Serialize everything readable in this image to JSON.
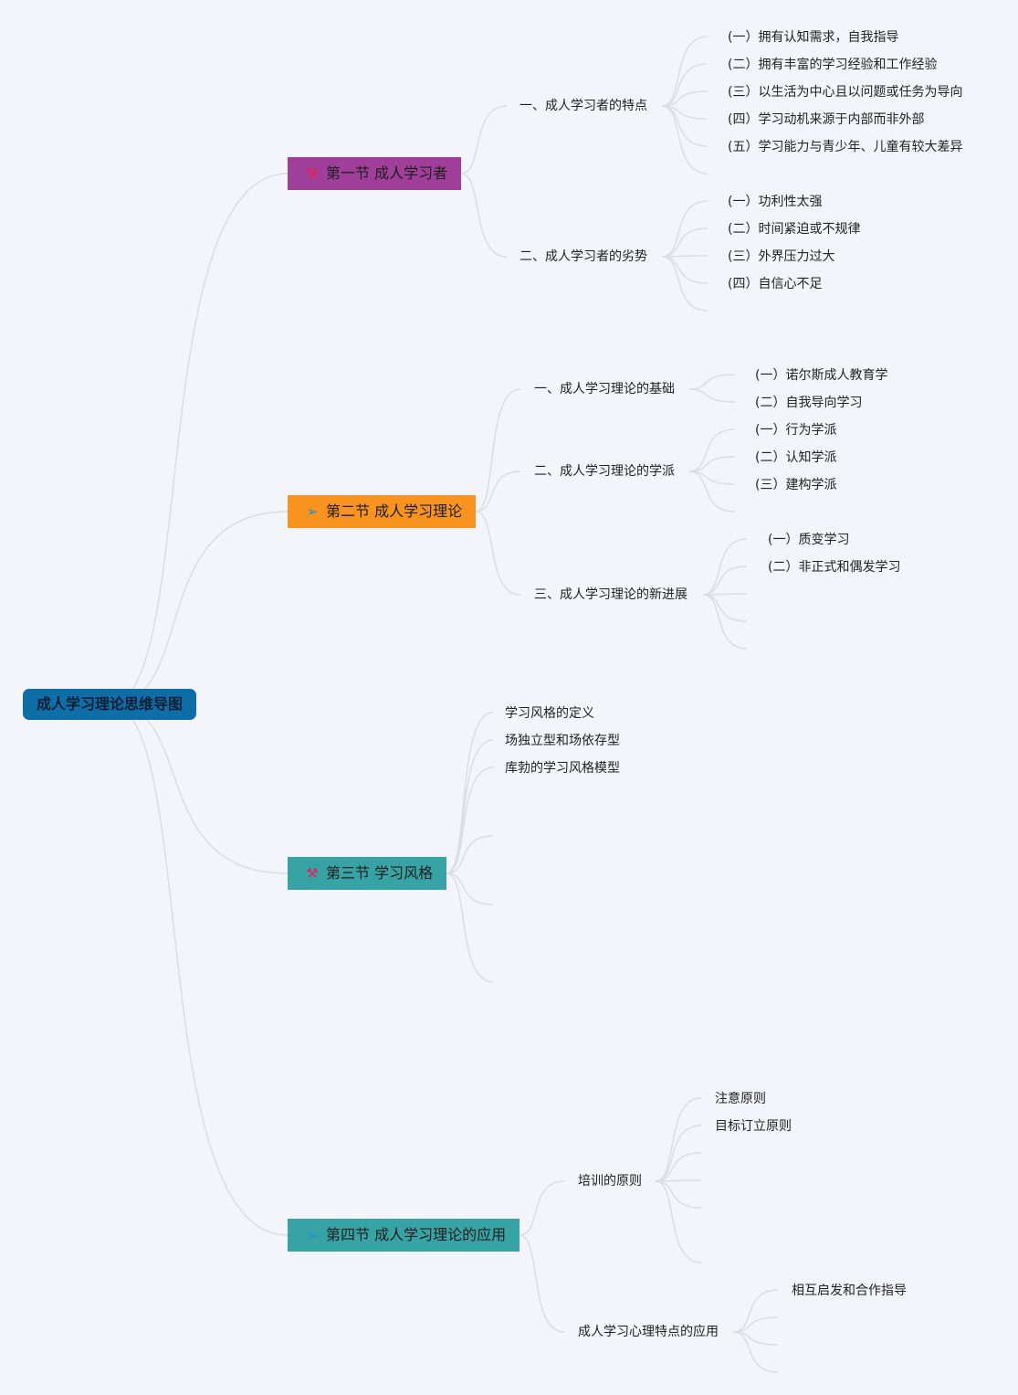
{
  "root": {
    "label": "成人学习理论思维导图",
    "color": "#0d6ea8"
  },
  "sections": [
    {
      "label": "第一节 成人学习者",
      "color": "#a03f99",
      "icon": "tools-icon",
      "icon_color": "#e8205a",
      "children": [
        {
          "label": "一、成人学习者的特点",
          "leaves": [
            "(一）拥有认知需求，自我指导",
            "(二）拥有丰富的学习经验和工作经验",
            "(三）以生活为中心且以问题或任务为导向",
            "(四）学习动机来源于内部而非外部",
            "(五）学习能力与青少年、儿童有较大差异"
          ]
        },
        {
          "label": "二、成人学习者的劣势",
          "leaves": [
            "(一）功利性太强",
            "(二）时间紧迫或不规律",
            "(三）外界压力过大",
            "(四）自信心不足"
          ]
        }
      ]
    },
    {
      "label": "第二节 成人学习理论",
      "color": "#f7931e",
      "icon": "paper-plane-icon",
      "icon_color": "#1f8fd6",
      "children": [
        {
          "label": "一、成人学习理论的基础",
          "leaves": [
            "(一）诺尔斯成人教育学",
            "(二）自我导向学习"
          ]
        },
        {
          "label": "二、成人学习理论的学派",
          "leaves": [
            "(一）行为学派",
            "(二）认知学派",
            "(三）建构学派"
          ]
        },
        {
          "label": "三、成人学习理论的新进展",
          "leaves": [
            "(一）质变学习",
            "(二）非正式和偶发学习"
          ]
        }
      ]
    },
    {
      "label": "第三节 学习风格",
      "color": "#38a3a5",
      "icon": "tools-icon",
      "icon_color": "#e8205a",
      "children": [
        {
          "label": "学习风格的定义"
        },
        {
          "label": "场独立型和场依存型"
        },
        {
          "label": "库勃的学习风格模型"
        }
      ]
    },
    {
      "label": "第四节 成人学习理论的应用",
      "color": "#38a3a5",
      "icon": "paper-plane-icon",
      "icon_color": "#1f8fd6",
      "children": [
        {
          "label": "培训的原则",
          "leaves": [
            "注意原则",
            "目标订立原则"
          ]
        },
        {
          "label": "成人学习心理特点的应用",
          "leaves": [
            "相互启发和合作指导"
          ]
        }
      ]
    }
  ]
}
